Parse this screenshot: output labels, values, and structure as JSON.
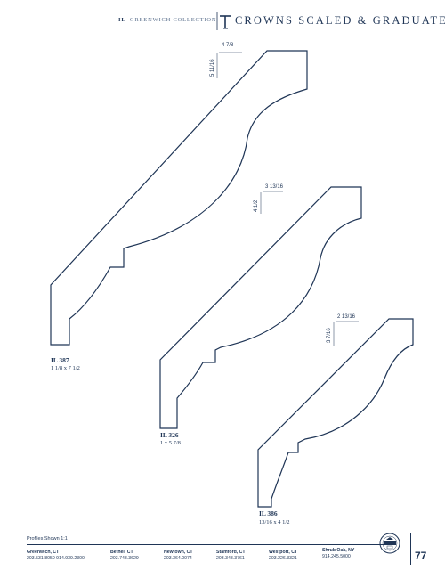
{
  "header": {
    "brand_prefix": "IL",
    "brand_name": "GREENWICH COLLECTION",
    "section_title": "CROWNS SCALED & GRADUATED",
    "icon": "tl-monogram-icon"
  },
  "profiles": [
    {
      "name": "IL 387",
      "size": "1 1/8 x 7 1/2",
      "dim_top": "4 7/8",
      "dim_side": "5 11/16"
    },
    {
      "name": "IL 326",
      "size": "1 x 5 7/8",
      "dim_top": "3 13/16",
      "dim_side": "4 1/2"
    },
    {
      "name": "IL 386",
      "size": "13/16 x 4 1/2",
      "dim_top": "2 13/16",
      "dim_side": "3 7/16"
    }
  ],
  "footer": {
    "note": "Profiles Shown 1:1",
    "locations": [
      {
        "city": "Greenwich, CT",
        "phone": "203.531.8050  914.939.2300"
      },
      {
        "city": "Bethel, CT",
        "phone": "203.748.3629"
      },
      {
        "city": "Newtown, CT",
        "phone": "203.364.0074"
      },
      {
        "city": "Stamford, CT",
        "phone": "203.348.3761"
      },
      {
        "city": "Westport, CT",
        "phone": "203.226.3321"
      },
      {
        "city": "Shrub Oak, NY",
        "phone": "914.245.5000"
      }
    ],
    "page_number": "77",
    "seal_icon": "company-seal-icon"
  },
  "colors": {
    "ink": "#1f3556",
    "muted": "#5a6f8c",
    "background": "#ffffff"
  }
}
